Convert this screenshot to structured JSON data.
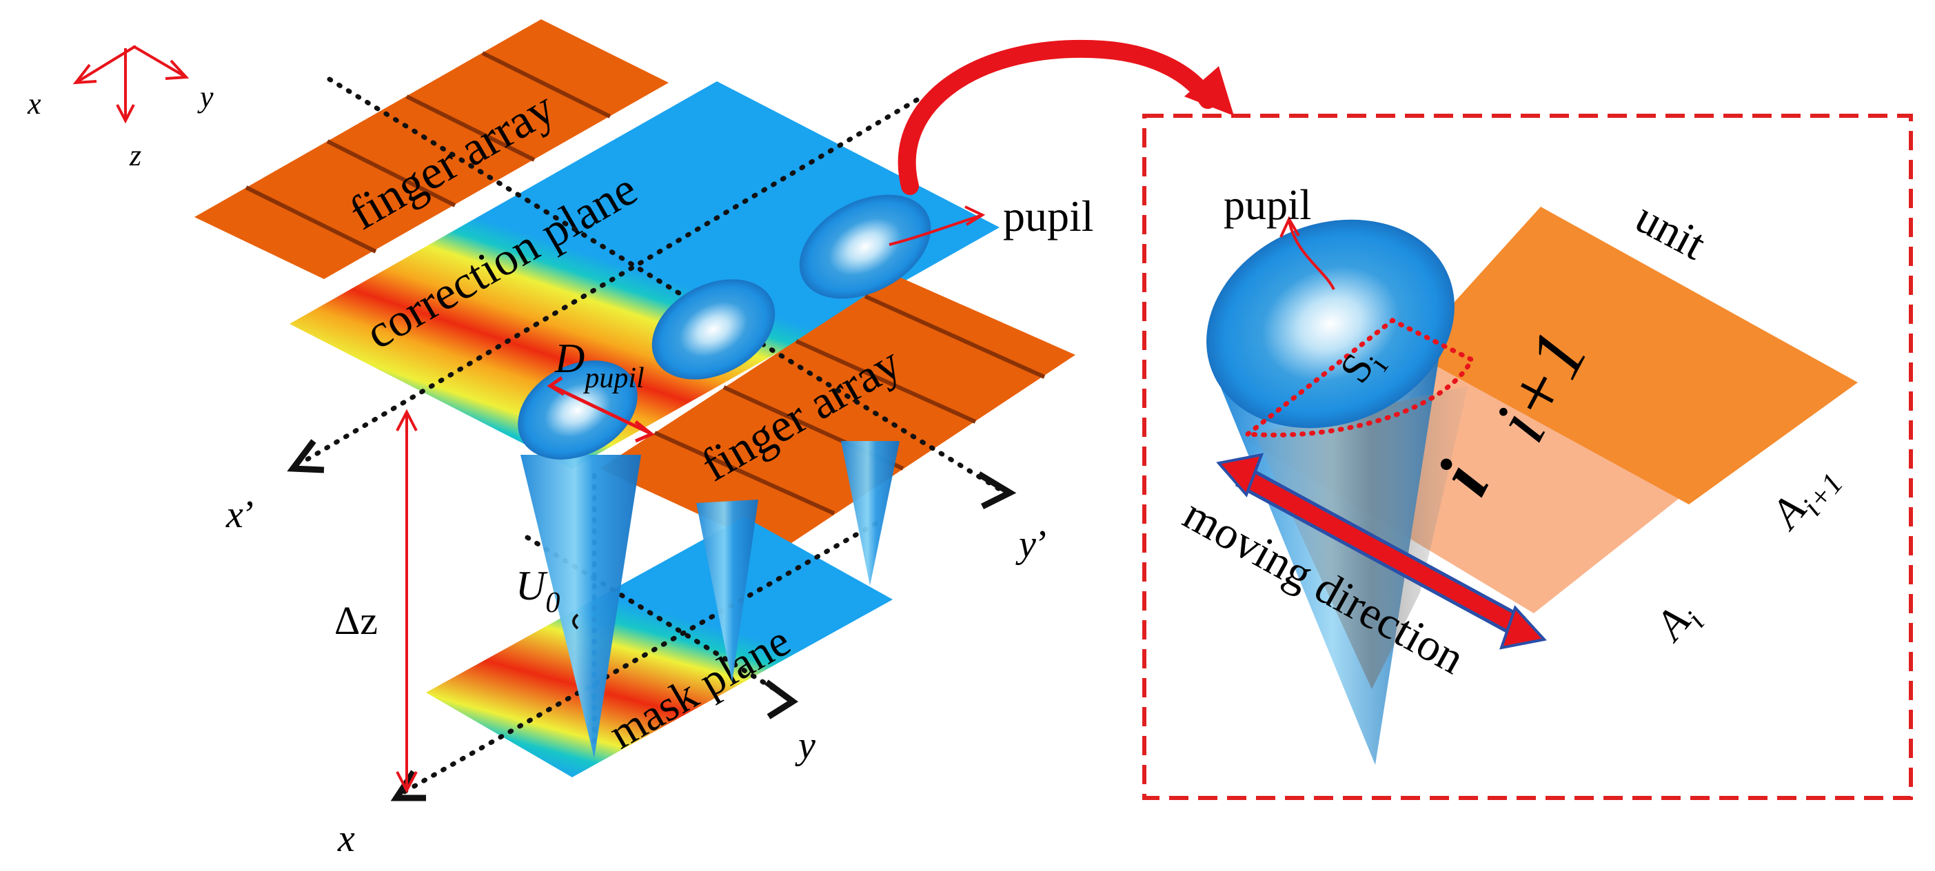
{
  "axes_triad": {
    "x": "x",
    "y": "y",
    "z": "z"
  },
  "left_diagram": {
    "finger_array_top": "finger array",
    "correction_plane": "correction plane",
    "finger_array_right": "finger array",
    "pupil": "pupil",
    "d_pupil_main": "D",
    "d_pupil_sub": "pupil",
    "x_prime": "x",
    "y_prime": "y",
    "prime_mark": "’",
    "delta_z": "Δz",
    "u0_main": "U",
    "u0_sub": "0",
    "mask_plane": "mask plane",
    "x_axis": "x",
    "y_axis": "y"
  },
  "right_detail": {
    "pupil": "pupil",
    "unit": "unit",
    "unit_next": "i+1",
    "unit_current": "i",
    "s_main": "S",
    "s_sub": "i",
    "a_next_main": "A",
    "a_next_sub": "i+1",
    "a_main": "A",
    "a_sub": "i",
    "moving_direction": "moving direction"
  },
  "colors": {
    "finger_orange": "#e8600a",
    "finger_stripe": "#8a3206",
    "unit_orange": "#f48b2e",
    "unit_light": "#f9b48c",
    "arrow_red": "#e8141b",
    "frame_red": "#e02020",
    "pupil_blue": "#1e8fe0"
  }
}
